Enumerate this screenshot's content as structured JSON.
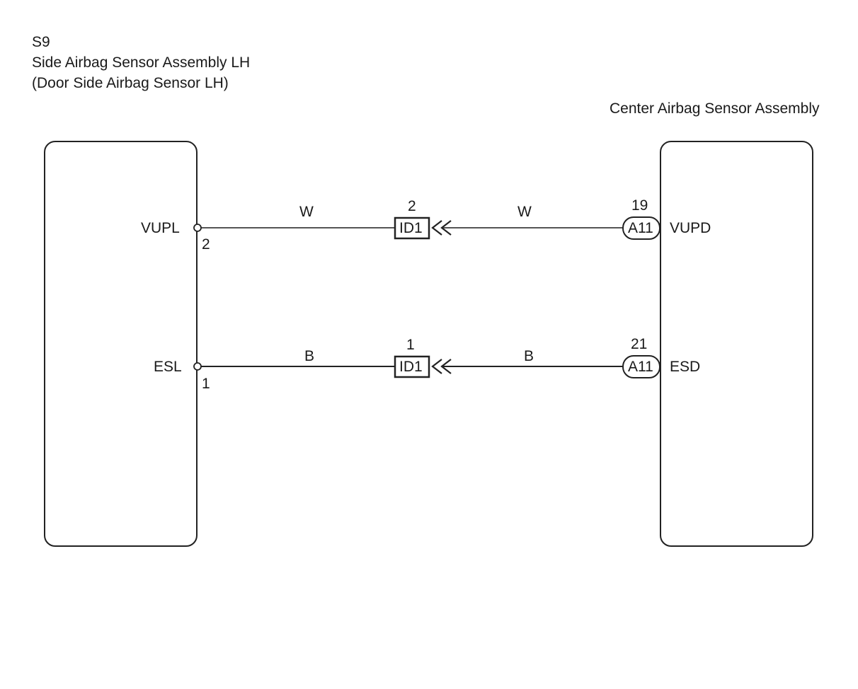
{
  "left_component": {
    "code": "S9",
    "name": "Side Airbag Sensor Assembly LH",
    "subname": "(Door Side Airbag Sensor LH)",
    "pins": [
      {
        "signal": "VUPL",
        "pin": "2"
      },
      {
        "signal": "ESL",
        "pin": "1"
      }
    ]
  },
  "right_component": {
    "name": "Center Airbag Sensor Assembly",
    "connector": "A11",
    "pins": [
      {
        "signal": "VUPD",
        "pin": "19"
      },
      {
        "signal": "ESD",
        "pin": "21"
      }
    ]
  },
  "wires": [
    {
      "color_left": "W",
      "color_right": "W",
      "junction": {
        "connector": "ID1",
        "pin": "2"
      }
    },
    {
      "color_left": "B",
      "color_right": "B",
      "junction": {
        "connector": "ID1",
        "pin": "1"
      }
    }
  ],
  "colors": {
    "line": "#555555",
    "outline": "#222222",
    "text": "#1a1a1a"
  }
}
